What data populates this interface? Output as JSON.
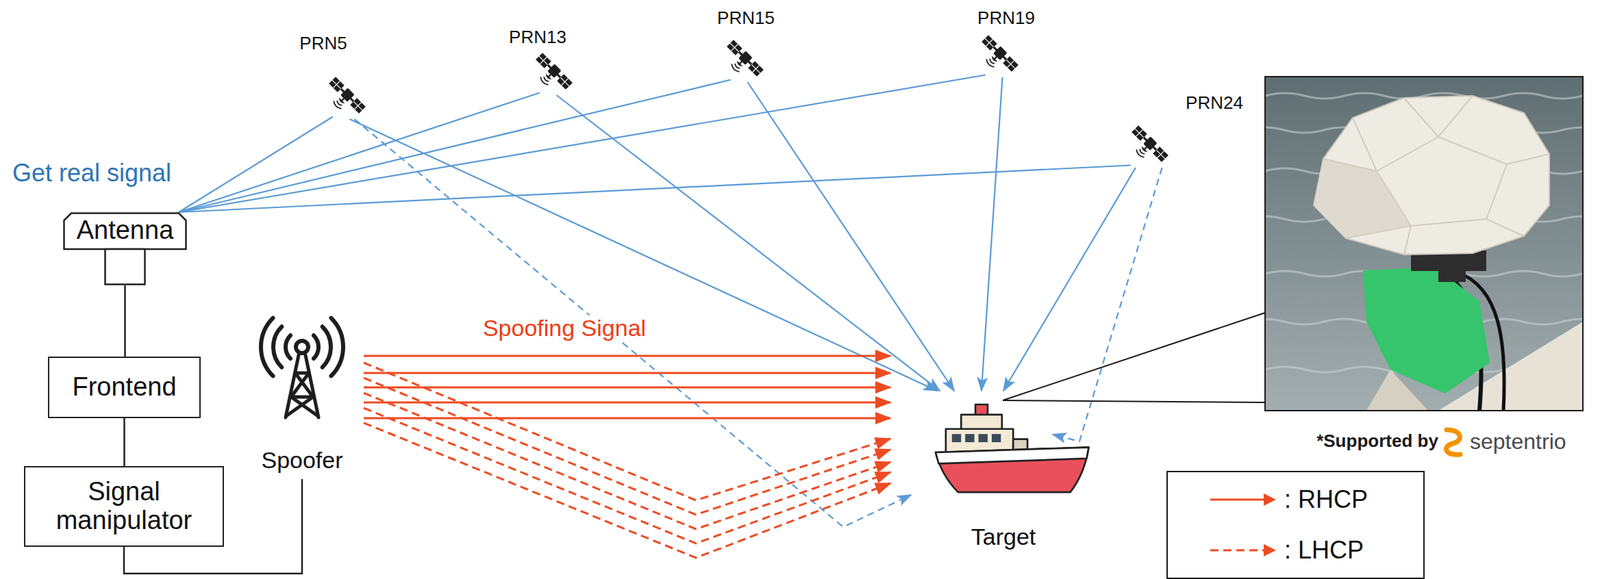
{
  "diagram": {
    "nodes": [
      {
        "text": [
          "PRN5"
        ]
      },
      {
        "text": [
          "PRN13"
        ]
      },
      {
        "text": [
          "PRN15"
        ]
      },
      {
        "text": [
          "PRN19"
        ]
      },
      {
        "text": [
          "PRN24"
        ]
      },
      {
        "text": [
          "Antenna"
        ]
      },
      {
        "text": [
          "Frontend"
        ]
      },
      {
        "text": [
          "Signal manipulator"
        ]
      },
      {
        "text": [
          "Spoofer"
        ]
      },
      {
        "text": [
          "Target"
        ]
      }
    ],
    "edges": [
      {
        "from": 5,
        "to": 6,
        "arrow": "none"
      },
      {
        "from": 6,
        "to": 7,
        "arrow": "none"
      },
      {
        "from": 7,
        "to": 8,
        "arrow": "none"
      },
      {
        "from": 0,
        "to": 5,
        "arrow": "none"
      },
      {
        "from": 1,
        "to": 5,
        "arrow": "none"
      },
      {
        "from": 2,
        "to": 5,
        "arrow": "none"
      },
      {
        "from": 3,
        "to": 5,
        "arrow": "none"
      },
      {
        "from": 4,
        "to": 5,
        "arrow": "none"
      },
      {
        "from": 0,
        "to": 9,
        "arrow": "to"
      },
      {
        "from": 1,
        "to": 9,
        "arrow": "to"
      },
      {
        "from": 2,
        "to": 9,
        "arrow": "to"
      },
      {
        "from": 3,
        "to": 9,
        "arrow": "to"
      },
      {
        "from": 4,
        "to": 9,
        "arrow": "to"
      },
      {
        "from": 0,
        "to": 9,
        "arrow": "to"
      },
      {
        "from": 4,
        "to": 9,
        "arrow": "to"
      },
      {
        "from": 8,
        "to": 9,
        "arrow": "to"
      },
      {
        "from": 8,
        "to": 9,
        "arrow": "to"
      },
      {
        "from": 8,
        "to": 9,
        "arrow": "to"
      },
      {
        "from": 8,
        "to": 9,
        "arrow": "to"
      },
      {
        "from": 8,
        "to": 9,
        "arrow": "to"
      },
      {
        "from": 8,
        "to": 9,
        "arrow": "to"
      },
      {
        "from": 8,
        "to": 9,
        "arrow": "to"
      },
      {
        "from": 8,
        "to": 9,
        "arrow": "to"
      },
      {
        "from": 8,
        "to": 9,
        "arrow": "to"
      },
      {
        "from": 8,
        "to": 9,
        "arrow": "to"
      }
    ],
    "labels": [
      "Get real signal",
      "Spoofing Signal",
      "*Supported by",
      "septentrio"
    ],
    "legend": [
      {
        "text": ": RHCP"
      },
      {
        "text": ": LHCP"
      }
    ]
  }
}
